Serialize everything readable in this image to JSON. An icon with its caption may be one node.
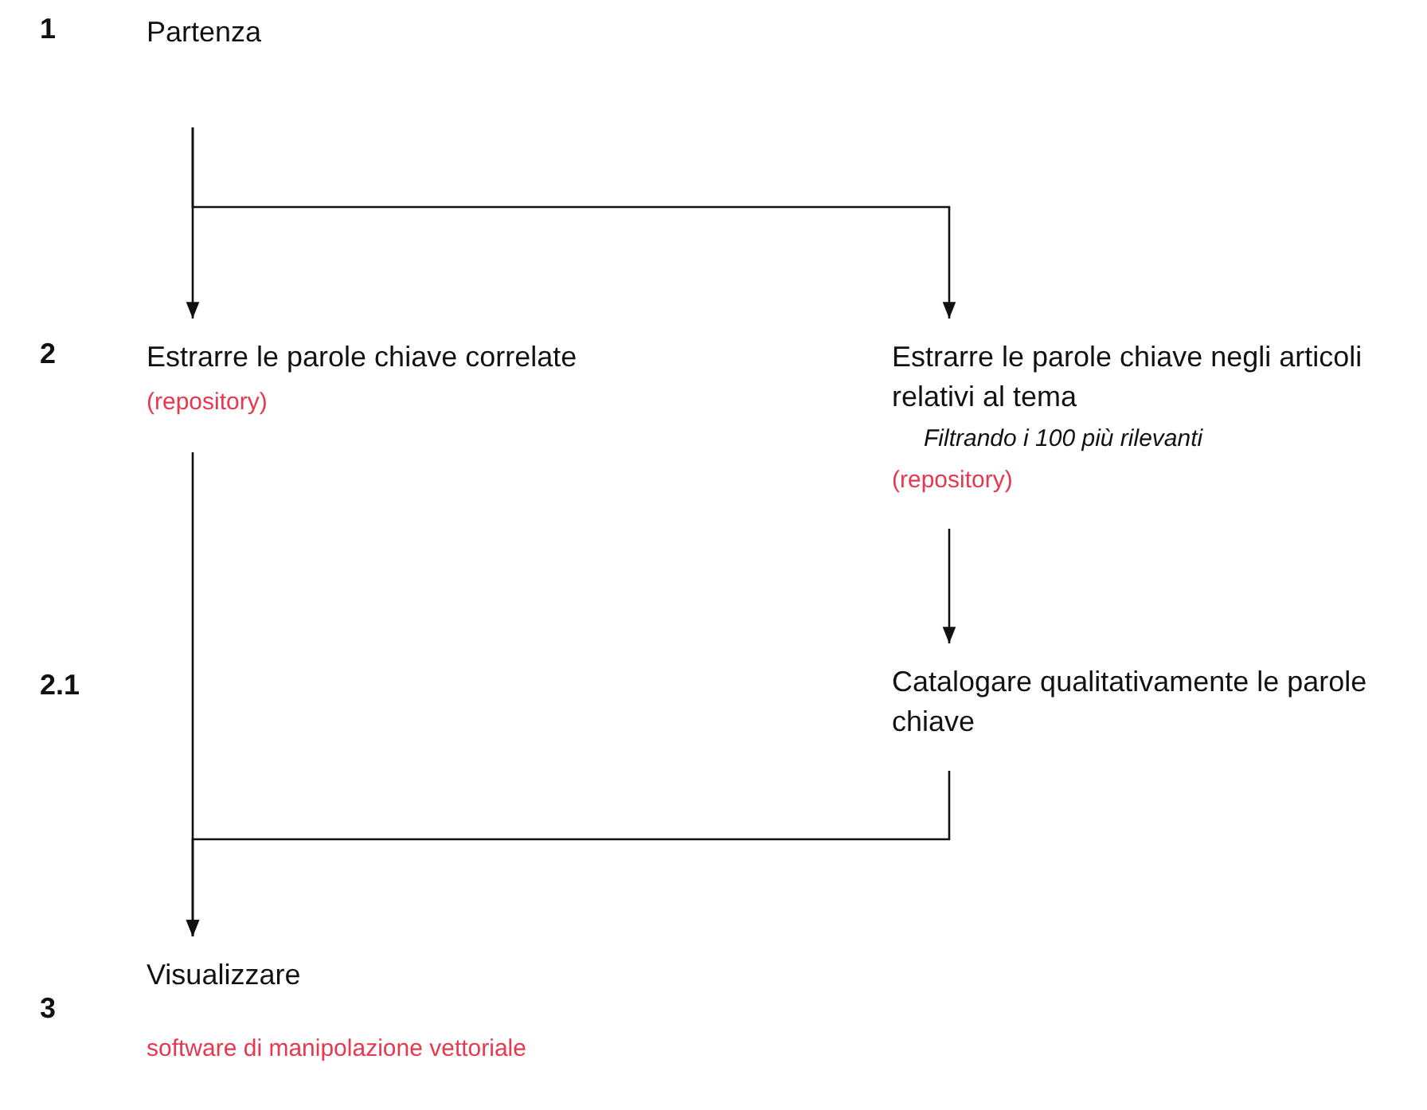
{
  "diagram": {
    "nodes": [
      {
        "text": [
          "Partenza"
        ]
      },
      {
        "text": [
          "Estrarre le parole chiave correlate",
          "(repository)"
        ]
      },
      {
        "text": [
          "Estrarre le parole chiave negli articoli relativi al tema",
          "Filtrando i 100 più rilevanti",
          "(repository)"
        ]
      },
      {
        "text": [
          "Catalogare qualitativamente le parole chiave"
        ]
      },
      {
        "text": [
          "Visualizzare",
          "software di manipolazione vettoriale"
        ]
      }
    ],
    "edges": [
      {
        "from": 0,
        "to": 1,
        "arrow": "to"
      },
      {
        "from": 0,
        "to": 2,
        "arrow": "to"
      },
      {
        "from": 1,
        "to": 4,
        "arrow": "to"
      },
      {
        "from": 2,
        "to": 3,
        "arrow": "to"
      },
      {
        "from": 3,
        "to": 4,
        "arrow": "to"
      }
    ],
    "labels": [
      "1",
      "2",
      "2.1",
      "3"
    ]
  }
}
